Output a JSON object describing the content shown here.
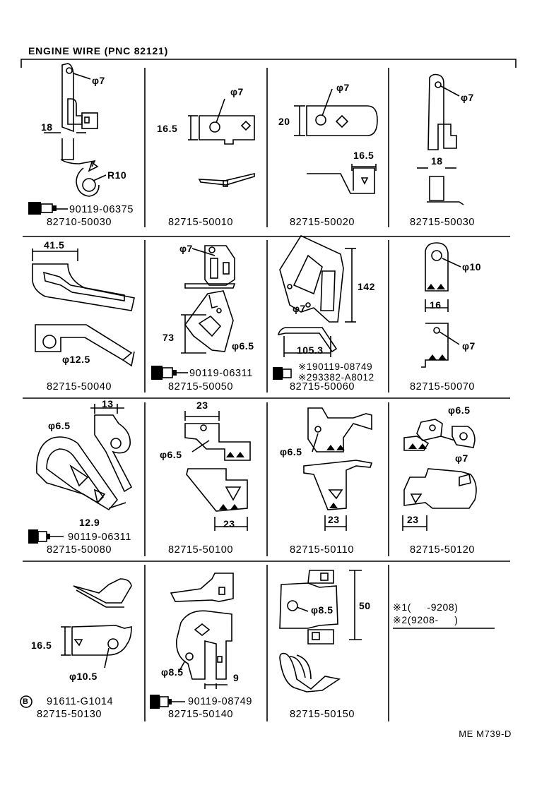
{
  "header": {
    "title": "ENGINE WIRE (PNC 82121)"
  },
  "footer": {
    "code": "ME M739-D"
  },
  "legend": {
    "line1": "※1(     -9208)",
    "line2": "※2(9208-     )"
  },
  "cells": [
    {
      "part": "82710-50030",
      "bolt": "90119-06375",
      "dims": [
        "φ7",
        "18",
        "R10"
      ]
    },
    {
      "part": "82715-50010",
      "dims": [
        "φ7",
        "16.5"
      ]
    },
    {
      "part": "82715-50020",
      "dims": [
        "φ7",
        "20",
        "16.5"
      ]
    },
    {
      "part": "82715-50030",
      "dims": [
        "φ7",
        "18"
      ]
    },
    {
      "part": "82715-50040",
      "dims": [
        "41.5",
        "φ12.5"
      ]
    },
    {
      "part": "82715-50050",
      "bolt": "90119-06311",
      "dims": [
        "φ7",
        "73",
        "φ6.5"
      ]
    },
    {
      "part": "82715-50060",
      "bolt1": "※190119-08749",
      "bolt2": "※293382-A8012",
      "dims": [
        "142",
        "φ7",
        "105.3"
      ]
    },
    {
      "part": "82715-50070",
      "dims": [
        "φ10",
        "16",
        "φ7"
      ]
    },
    {
      "part": "82715-50080",
      "bolt": "90119-06311",
      "dims": [
        "13",
        "φ6.5",
        "12.9"
      ]
    },
    {
      "part": "82715-50100",
      "dims": [
        "23",
        "φ6.5",
        "23"
      ]
    },
    {
      "part": "82715-50110",
      "dims": [
        "φ6.5",
        "23"
      ]
    },
    {
      "part": "82715-50120",
      "dims": [
        "φ6.5",
        "φ7",
        "23"
      ]
    },
    {
      "part": "82715-50130",
      "bolt": "91611-G1014",
      "dims": [
        "16.5",
        "φ10.5"
      ]
    },
    {
      "part": "82715-50140",
      "bolt": "90119-08749",
      "dims": [
        "φ8.5",
        "9"
      ]
    },
    {
      "part": "82715-50150",
      "dims": [
        "φ8.5",
        "50"
      ]
    }
  ],
  "icons": [
    "bolt-icon",
    "washer-bolt-icon",
    "circled-b-icon"
  ]
}
